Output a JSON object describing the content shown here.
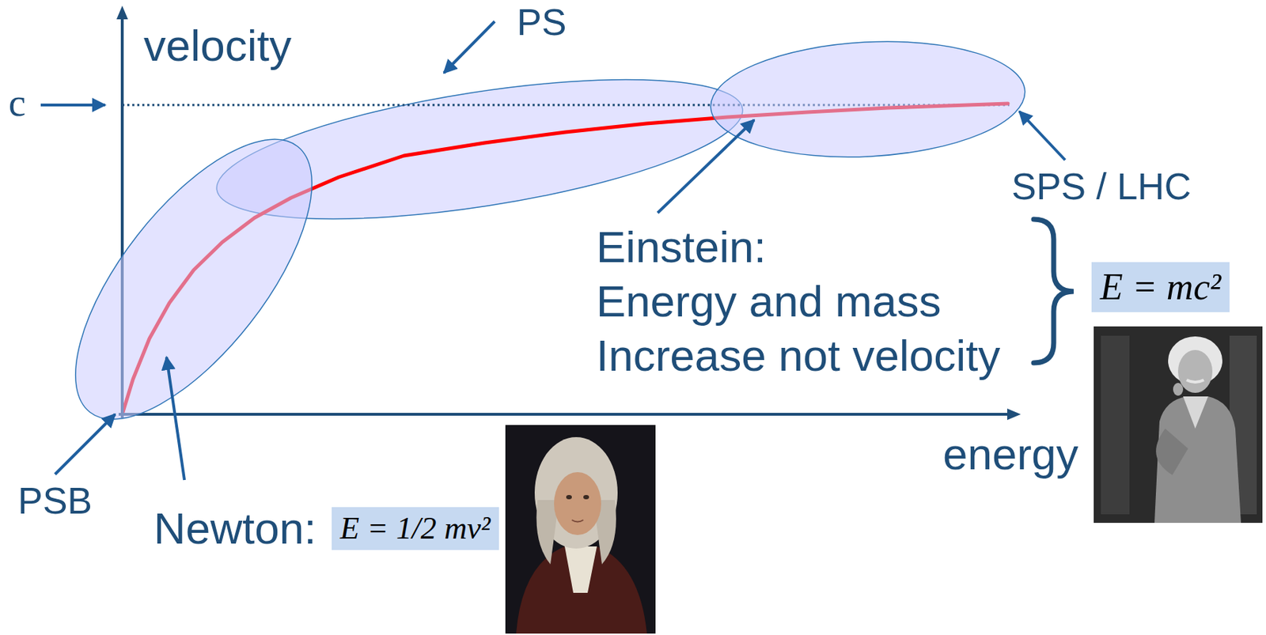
{
  "diagram": {
    "nodes": [
      {
        "text": [
          "E = mc²"
        ]
      },
      {
        "text": [
          "E = 1/2 mv²"
        ]
      }
    ],
    "labels": [
      "velocity",
      "c",
      "PS",
      "SPS / LHC",
      "Einstein: Energy and mass Increase not velocity",
      "energy",
      "PSB",
      "Newton:"
    ]
  }
}
